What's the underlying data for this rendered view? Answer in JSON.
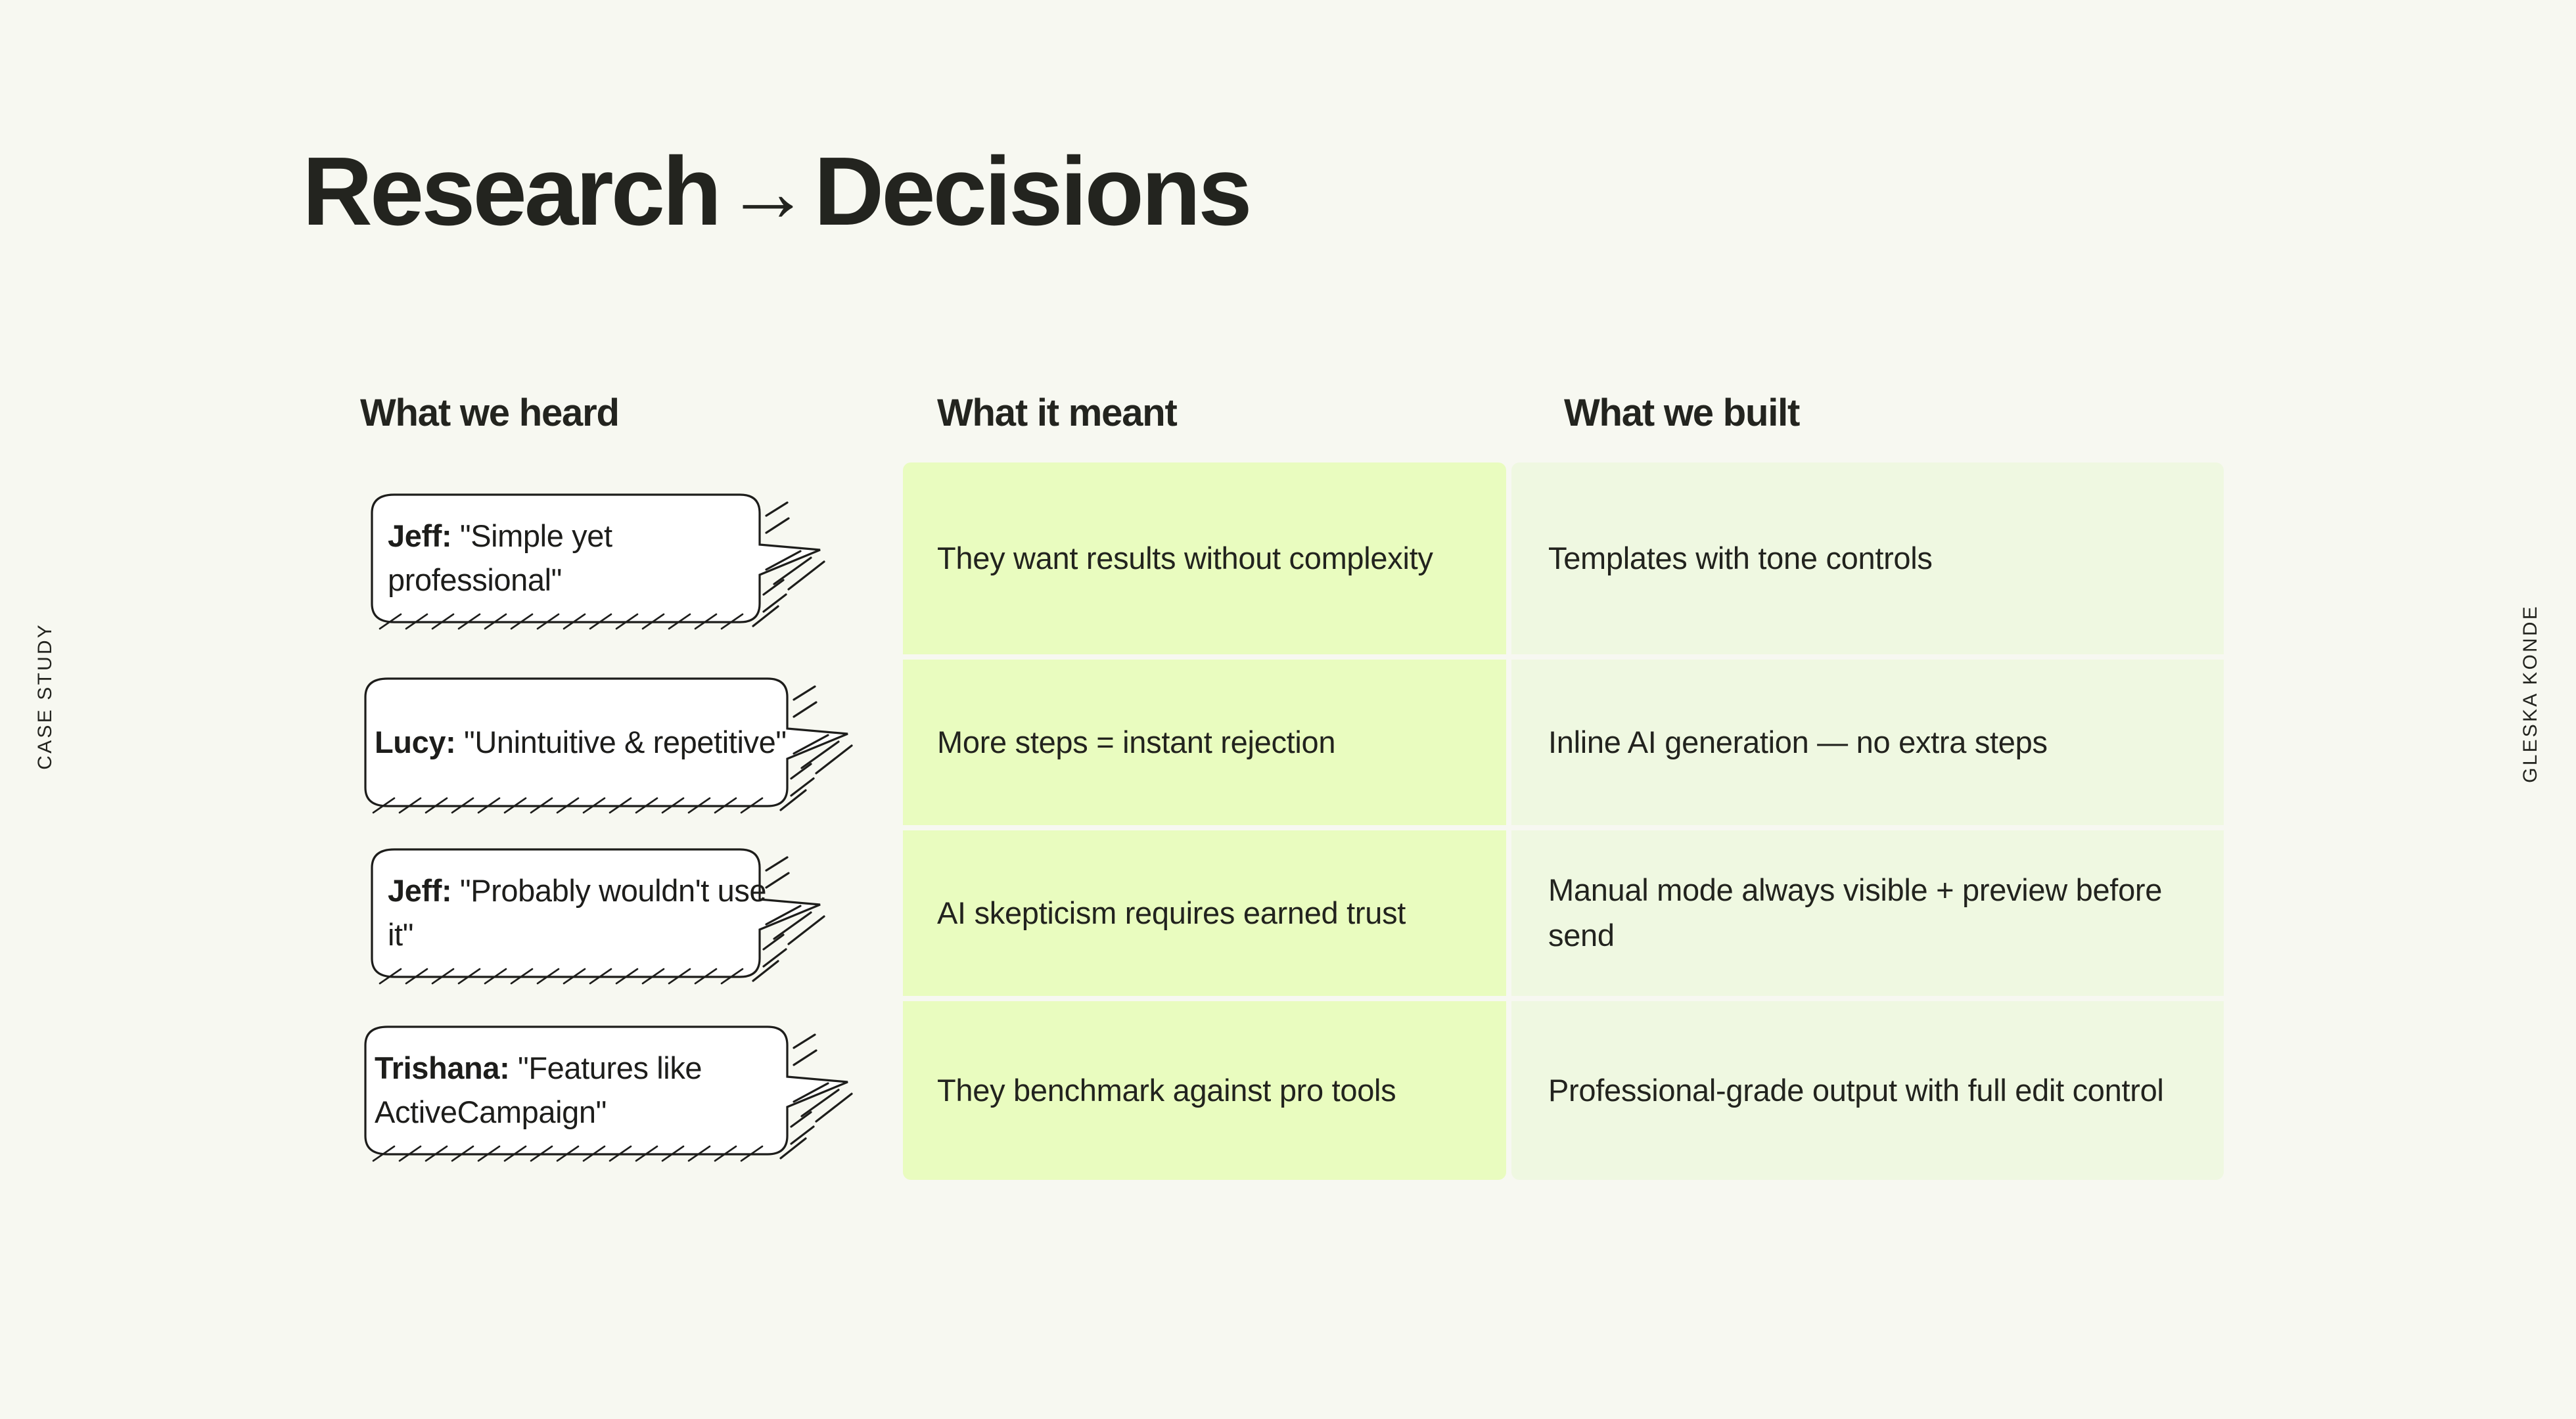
{
  "slide": {
    "background_color": "#f7f8f1",
    "title_part1": "Research",
    "title_arrow": "→",
    "title_part2": "Decisions",
    "left_label": "CASE STUDY",
    "right_label": "GLESKA KONDE",
    "accent_mid": "#e9fcbf",
    "accent_right": "#eff8e1",
    "text_color": "#23241f"
  },
  "columns": [
    {
      "header": "What we heard"
    },
    {
      "header": "What it meant"
    },
    {
      "header": "What we built"
    }
  ],
  "rows": [
    {
      "speaker": "Jeff:",
      "quote": "\"Simple yet professional\"",
      "meant": "They want results without complexity",
      "built": "Templates with tone controls"
    },
    {
      "speaker": "Lucy:",
      "quote": "\"Unintuitive & repetitive\"",
      "meant": "More steps = instant rejection",
      "built": "Inline AI generation — no extra steps"
    },
    {
      "speaker": "Jeff:",
      "quote": "\"Probably wouldn't use it\"",
      "meant": "AI skepticism requires earned trust",
      "built": "Manual mode always visible + preview before send"
    },
    {
      "speaker": "Trishana:",
      "quote": "\"Features like ActiveCampaign\"",
      "meant": "They benchmark against pro tools",
      "built": "Professional-grade output with full edit control"
    }
  ]
}
